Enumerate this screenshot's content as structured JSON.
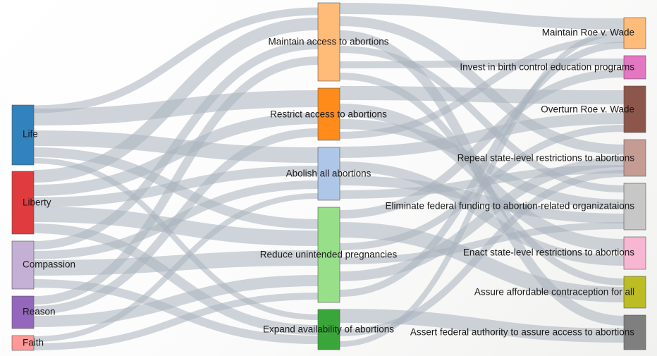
{
  "diagram": {
    "type": "sankey",
    "columns": [
      [
        "Life",
        "Liberty",
        "Compassion",
        "Reason",
        "Faith"
      ],
      [
        "Maintain access to abortions",
        "Restrict access to abortions",
        "Abolish all abortions",
        "Reduce unintended pregnancies",
        "Expand availability of abortions"
      ],
      [
        "Maintain Roe v. Wade",
        "Invest in birth control education programs",
        "Overturn Roe v. Wade",
        "Repeal state-level restrictions to abortions",
        "Eliminate federal funding to abortion-related organizataions",
        "Enact state-level restrictions to abortions",
        "Assure affordable contraception for all",
        "Assert federal authority to assure access to abortions"
      ]
    ],
    "nodes": [
      {
        "id": "life",
        "label": "Life",
        "color": "#3182bd"
      },
      {
        "id": "liberty",
        "label": "Liberty",
        "color": "#e03b3f"
      },
      {
        "id": "compassion",
        "label": "Compassion",
        "color": "#c5b0d5"
      },
      {
        "id": "reason",
        "label": "Reason",
        "color": "#9467bd"
      },
      {
        "id": "faith",
        "label": "Faith",
        "color": "#ff9896"
      },
      {
        "id": "maintain_access",
        "label": "Maintain access to abortions",
        "color": "#ffbb78"
      },
      {
        "id": "restrict_access",
        "label": "Restrict access to abortions",
        "color": "#ff8c1a"
      },
      {
        "id": "abolish",
        "label": "Abolish all abortions",
        "color": "#aec7e8"
      },
      {
        "id": "reduce",
        "label": "Reduce unintended pregnancies",
        "color": "#98df8a"
      },
      {
        "id": "expand",
        "label": "Expand availability of abortions",
        "color": "#3aa63a"
      },
      {
        "id": "maintain_roe",
        "label": "Maintain Roe v. Wade",
        "color": "#ffbb78"
      },
      {
        "id": "invest",
        "label": "Invest in birth control education programs",
        "color": "#e377c2"
      },
      {
        "id": "overturn",
        "label": "Overturn Roe v. Wade",
        "color": "#8c564b"
      },
      {
        "id": "repeal",
        "label": "Repeal state-level restrictions to abortions",
        "color": "#c49c94"
      },
      {
        "id": "eliminate",
        "label": "Eliminate federal funding to abortion-related organizataions",
        "color": "#c7c7c7"
      },
      {
        "id": "enact",
        "label": "Enact state-level restrictions to abortions",
        "color": "#f7b6d2"
      },
      {
        "id": "assure",
        "label": "Assure affordable contraception for all",
        "color": "#bcbd22"
      },
      {
        "id": "assert",
        "label": "Assert federal authority to assure access to abortions",
        "color": "#7f7f7f"
      }
    ]
  }
}
